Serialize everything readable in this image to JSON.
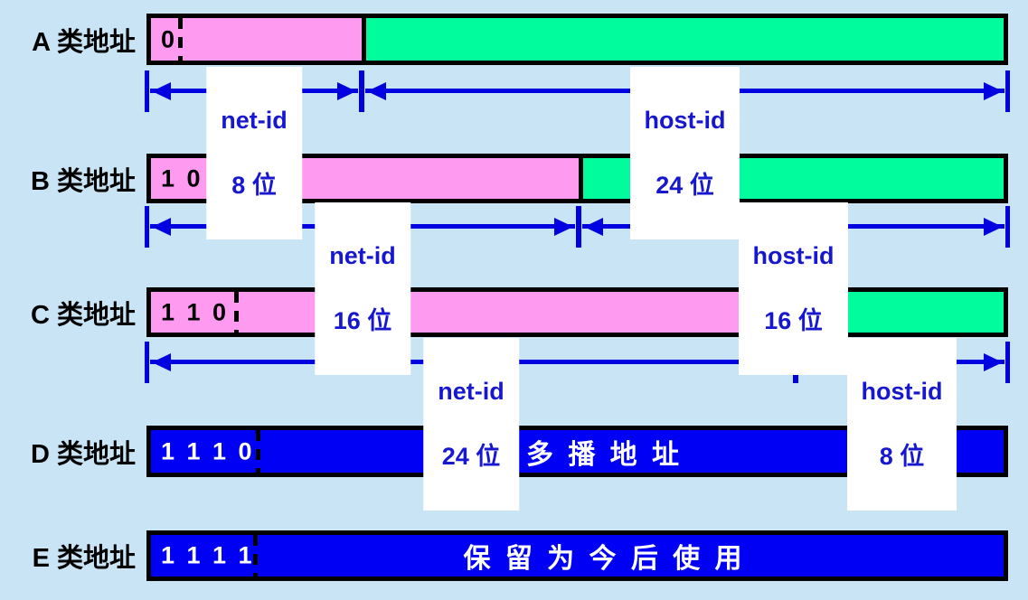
{
  "diagram": {
    "title": "IP address classes",
    "rows": [
      {
        "label": "A 类地址",
        "prefix": "0",
        "net": {
          "name": "net-id",
          "bits": "8 位"
        },
        "host": {
          "name": "host-id",
          "bits": "24 位"
        }
      },
      {
        "label": "B 类地址",
        "prefix": "1 0",
        "net": {
          "name": "net-id",
          "bits": "16 位"
        },
        "host": {
          "name": "host-id",
          "bits": "16 位"
        }
      },
      {
        "label": "C 类地址",
        "prefix": "1 1 0",
        "net": {
          "name": "net-id",
          "bits": "24 位"
        },
        "host": {
          "name": "host-id",
          "bits": "8 位"
        }
      },
      {
        "label": "D 类地址",
        "prefix": "1 1 1 0",
        "content": "多 播 地 址"
      },
      {
        "label": "E 类地址",
        "prefix": "1 1 1 1",
        "content": "保 留 为 今 后 使 用"
      }
    ],
    "colors": {
      "background": "#c9e4f5",
      "net_segment_pink": "#ff9af1",
      "host_segment_green": "#00fc9c",
      "reserved_bar_blue": "#0000f5",
      "arrow_blue": "#0000e0",
      "label_text_blue": "#1717cf",
      "border_black": "#000000"
    }
  }
}
